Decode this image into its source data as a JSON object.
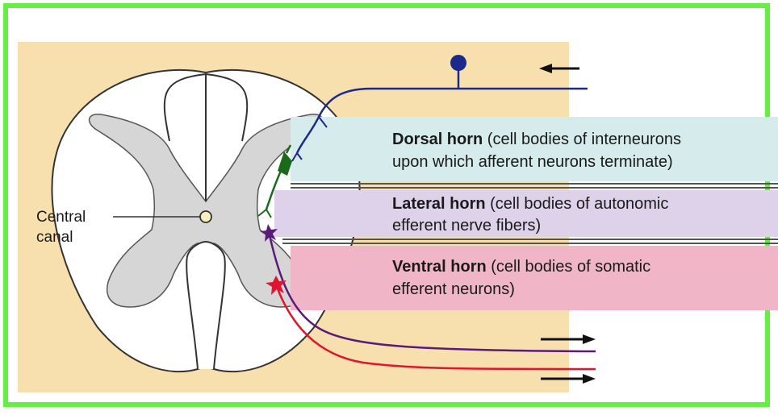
{
  "colors": {
    "frame_border": "#66ee44",
    "background_tan": "#f8dfae",
    "white_matter": "#ffffff",
    "gray_matter": "#d6d6d6",
    "afferent_neuron": "#1a2a8a",
    "interneuron": "#1a6a1a",
    "autonomic_neuron": "#5a1a7a",
    "somatic_neuron": "#e01530",
    "dorsal_band": "#d6ecec",
    "lateral_band": "#ddd2ea",
    "ventral_band": "#f0b6c8"
  },
  "labels": {
    "central_canal": {
      "line1": "Central",
      "line2": "canal"
    },
    "dorsal_horn": {
      "title": "Dorsal horn",
      "line1_rest": " (cell bodies of interneurons",
      "line2": "upon which afferent neurons terminate)"
    },
    "lateral_horn": {
      "title": "Lateral horn",
      "line1_rest": " (cell bodies of autonomic",
      "line2": "efferent nerve fibers)"
    },
    "ventral_horn": {
      "title": "Ventral horn",
      "line1_rest": " (cell bodies of somatic",
      "line2": "efferent neurons)"
    }
  },
  "arrows": {
    "afferent_input": "arrow-left-icon",
    "autonomic_output": "arrow-right-icon",
    "somatic_output": "arrow-right-icon"
  }
}
